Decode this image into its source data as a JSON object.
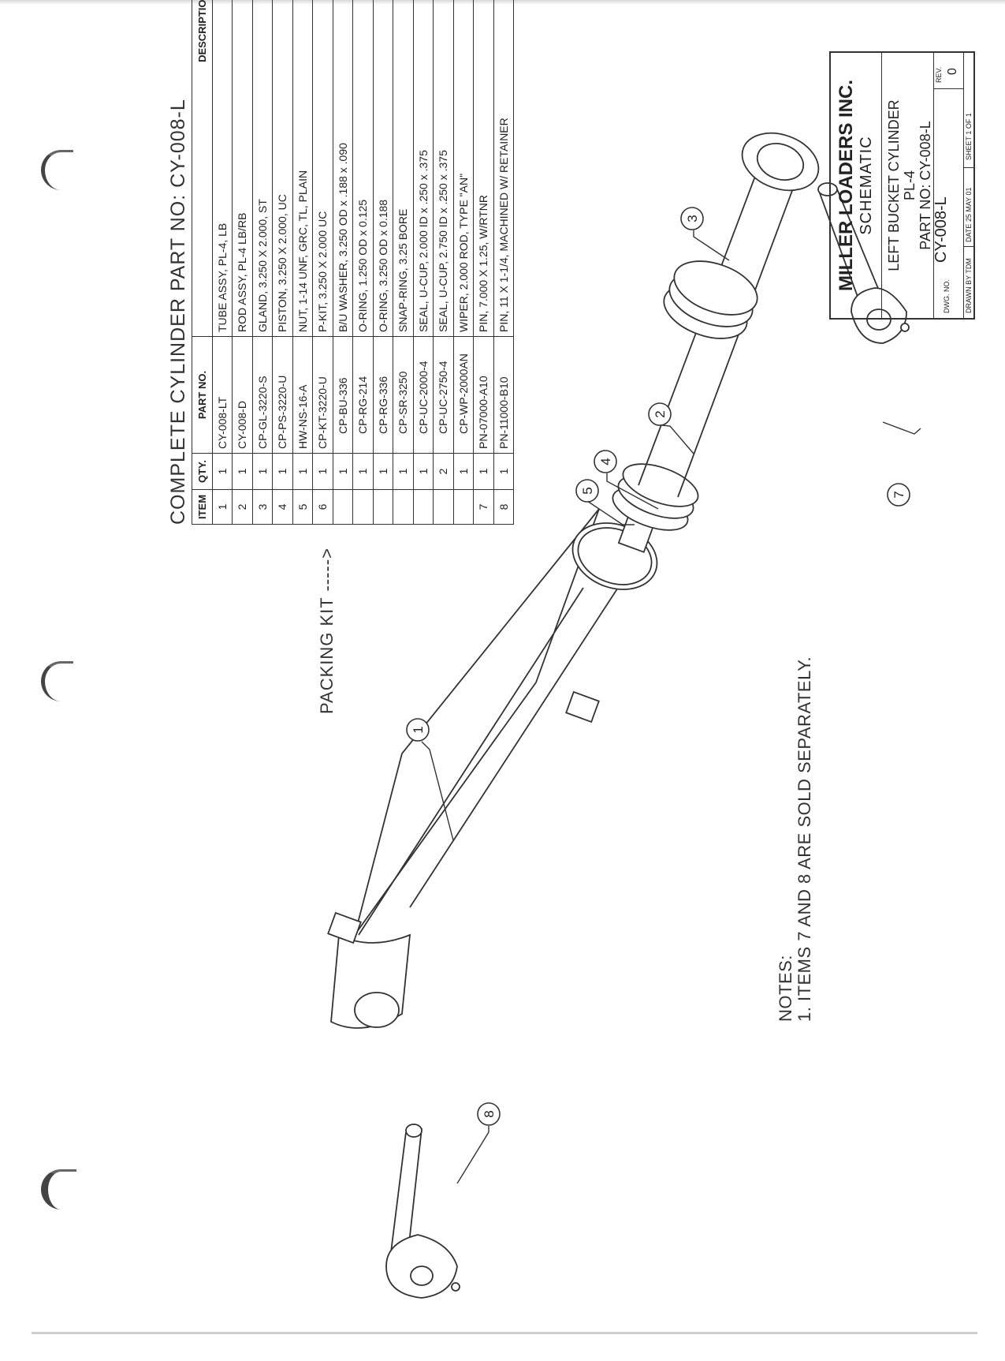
{
  "title": "COMPLETE CYLINDER PART NO: CY-008-L",
  "bom": {
    "headers": [
      "ITEM",
      "QTY.",
      "PART NO.",
      "DESCRIPTION"
    ],
    "rows": [
      {
        "item": "1",
        "qty": "1",
        "part": "CY-008-LT",
        "desc": "TUBE ASSY, PL-4, LB",
        "kit": false
      },
      {
        "item": "2",
        "qty": "1",
        "part": "CY-008-D",
        "desc": "ROD ASSY, PL-4 LB/RB",
        "kit": false
      },
      {
        "item": "3",
        "qty": "1",
        "part": "CP-GL-3220-S",
        "desc": "GLAND, 3.250 X 2.000, ST",
        "kit": false
      },
      {
        "item": "4",
        "qty": "1",
        "part": "CP-PS-3220-U",
        "desc": "PISTON, 3.250 X 2.000, UC",
        "kit": false
      },
      {
        "item": "5",
        "qty": "1",
        "part": "HW-NS-16-A",
        "desc": "NUT, 1-14 UNF, GRC, TL, PLAIN",
        "kit": false
      },
      {
        "item": "6",
        "qty": "1",
        "part": "CP-KT-3220-U",
        "desc": "P-KIT, 3.250 X 2.000 UC",
        "kit": false
      },
      {
        "item": "",
        "qty": "1",
        "part": "CP-BU-336",
        "desc": "B/U WASHER, 3.250 OD x .188 x .090",
        "kit": true
      },
      {
        "item": "",
        "qty": "1",
        "part": "CP-RG-214",
        "desc": "O-RING, 1.250 OD x 0.125",
        "kit": true
      },
      {
        "item": "",
        "qty": "1",
        "part": "CP-RG-336",
        "desc": "O-RING, 3.250 OD x 0.188",
        "kit": true
      },
      {
        "item": "",
        "qty": "1",
        "part": "CP-SR-3250",
        "desc": "SNAP-RING, 3.25 BORE",
        "kit": true
      },
      {
        "item": "",
        "qty": "1",
        "part": "CP-UC-2000-4",
        "desc": "SEAL, U-CUP, 2.000 ID x .250 x .375",
        "kit": true
      },
      {
        "item": "",
        "qty": "2",
        "part": "CP-UC-2750-4",
        "desc": "SEAL, U-CUP, 2.750 ID x .250 x .375",
        "kit": true
      },
      {
        "item": "",
        "qty": "1",
        "part": "CP-WP-2000AN",
        "desc": "WIPER, 2.000 ROD, TYPE \"AN\"",
        "kit": true
      },
      {
        "item": "7",
        "qty": "1",
        "part": "PN-07000-A10",
        "desc": "PIN, 7.000 X 1.25, W/RTNR",
        "kit": false
      },
      {
        "item": "8",
        "qty": "1",
        "part": "PN-11000-B10",
        "desc": "PIN, 11 X 1-1/4, MACHINED W/ RETAINER",
        "kit": false
      }
    ]
  },
  "packing_kit_label": "PACKING KIT ----->",
  "notes": {
    "heading": "NOTES:",
    "line1": "1. ITEMS 7 AND 8 ARE SOLD SEPARATELY."
  },
  "callouts": [
    "1",
    "2",
    "3",
    "4",
    "5",
    "7",
    "8"
  ],
  "title_block": {
    "company": "MILLER LOADERS INC.",
    "type": "SCHEMATIC",
    "desc1": "LEFT BUCKET CYLINDER",
    "desc2": "PL-4",
    "desc3": "PART NO: CY-008-L",
    "dwg_label": "DWG. NO.",
    "dwg_no": "CY-008-L",
    "rev_label": "REV.",
    "rev": "0",
    "drawn_by": "DRAWN BY TDM",
    "date": "DATE 25 MAY 01",
    "sheet": "SHEET 1 OF 1"
  }
}
